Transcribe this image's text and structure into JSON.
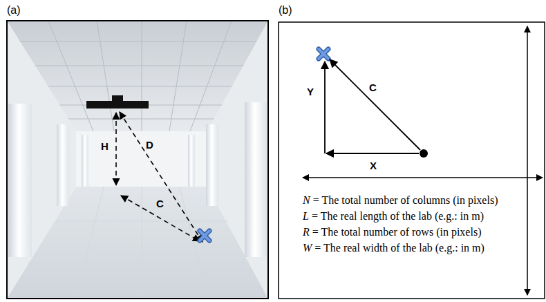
{
  "diagram": {
    "labels": [
      "(a)",
      "(b)",
      "H",
      "D",
      "C",
      "Y",
      "C",
      "X",
      "N = The total number of columns (in pixels)",
      "L = The real length of the lab (e.g.: in m)",
      "R = The total number of rows (in pixels)",
      "W = The real width of the lab (e.g.: in m)"
    ]
  }
}
